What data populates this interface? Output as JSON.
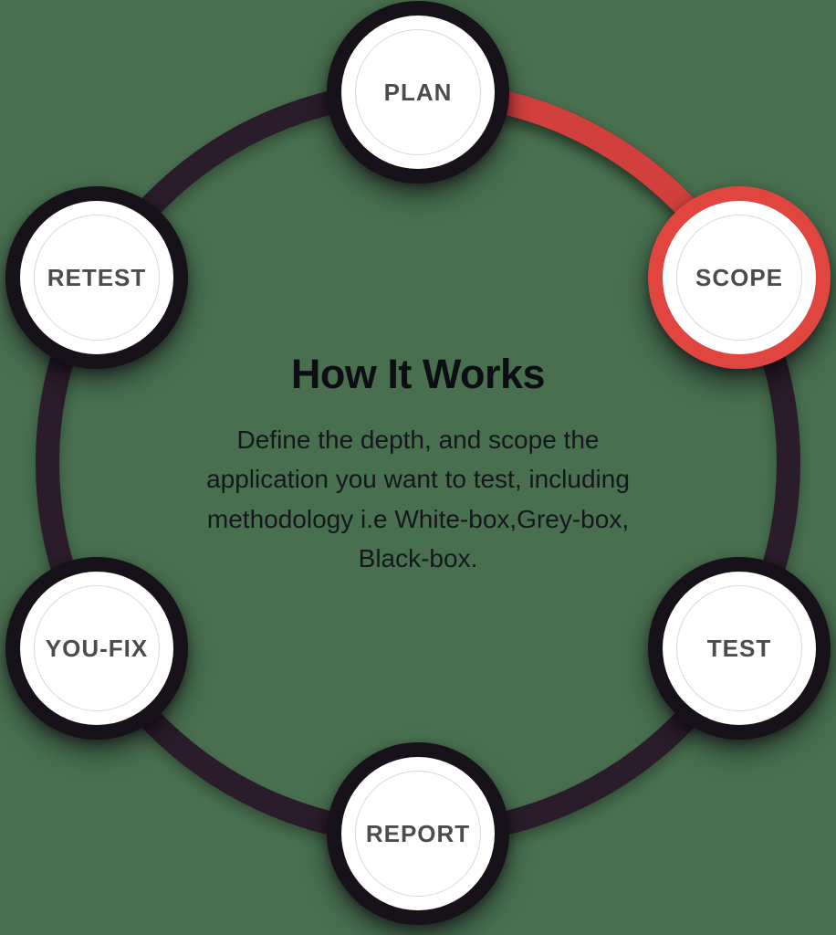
{
  "colors": {
    "bg": "#48704F",
    "arc": "#2B1B2C",
    "arc-highlight": "#D2413D",
    "node-ring": "#171119",
    "node-ring-active": "#E0453F",
    "node-label": "#4C4C4E",
    "inner-outline": "#D8D8D8",
    "title-color": "#0C0E13",
    "body-color": "#15171C"
  },
  "center": {
    "title": "How It Works",
    "description_lines": [
      "Define the depth, and scope the",
      "application you want to test, including",
      "methodology i.e White-box,Grey-box,",
      "Black-box."
    ]
  },
  "cycle": {
    "active_step": "SCOPE",
    "nodes": [
      {
        "label": "PLAN",
        "active": false
      },
      {
        "label": "SCOPE",
        "active": true
      },
      {
        "label": "TEST",
        "active": false
      },
      {
        "label": "REPORT",
        "active": false
      },
      {
        "label": "YOU-FIX",
        "active": false
      },
      {
        "label": "RETEST",
        "active": false
      }
    ]
  }
}
